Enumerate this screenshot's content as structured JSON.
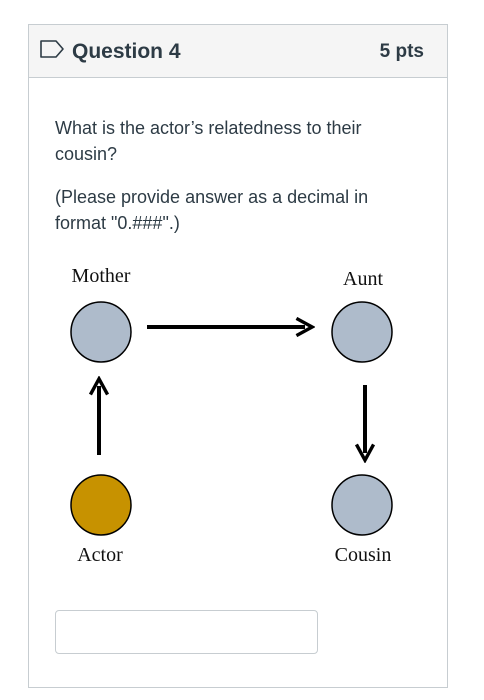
{
  "question": {
    "title": "Question 4",
    "points": "5 pts",
    "text": "What is the actor’s relatedness to their cousin?",
    "instructions": "(Please provide answer as a decimal in format \"0.###\".)"
  },
  "diagram": {
    "nodes": {
      "mother": {
        "label": "Mother",
        "color": "#aebbcb"
      },
      "aunt": {
        "label": "Aunt",
        "color": "#aebbcb"
      },
      "actor": {
        "label": "Actor",
        "color": "#c79200"
      },
      "cousin": {
        "label": "Cousin",
        "color": "#aebbcb"
      }
    }
  },
  "answer": {
    "value": "",
    "placeholder": ""
  },
  "icons": {
    "flag": "flag-icon"
  }
}
